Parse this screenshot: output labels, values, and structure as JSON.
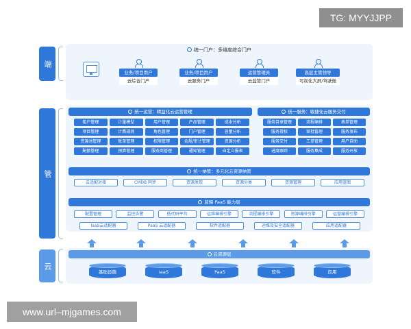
{
  "watermarks": {
    "top_right": "TG: MYYJJPP",
    "bottom_left": "www.url–mjgames.com"
  },
  "tiers": {
    "edge": "端",
    "manage": "管",
    "cloud": "云"
  },
  "portal": {
    "title": "统一门户：多维度综合门户",
    "cards": [
      {
        "role": "业务/项目用户",
        "sub": "云综合门户"
      },
      {
        "role": "业务/项目用户",
        "sub": "云服务门户"
      },
      {
        "role": "运营管理员",
        "sub": "云监管门户"
      },
      {
        "role": "高层主管领导",
        "sub": "可视化大屏/驾驶舱"
      }
    ]
  },
  "ops": {
    "title": "统一运营：精益化云运营管理",
    "items": [
      "租户管理",
      "计量模型",
      "用户管理",
      "产品管理",
      "成本分析",
      "项目管理",
      "计费规则",
      "角色管理",
      "门户管理",
      "容量分析",
      "资源池管理",
      "账单管理",
      "权限管理",
      "合规/审计管理",
      "资源分析",
      "配额管理",
      "预算管理",
      "服务商管理",
      "通知管理",
      "自定义报表"
    ]
  },
  "service": {
    "title": "统一服务：敏捷化云服务交付",
    "items": [
      "服务目录管理",
      "流程编排",
      "表单管理",
      "服务授权",
      "审批管理",
      "服务发布",
      "服务交付",
      "工单管理",
      "用户自助",
      "进度跟踪",
      "服务集成",
      "服务开放"
    ]
  },
  "resource": {
    "title": "统一纳管：多元化云资源纳管",
    "items": [
      "云适配对接",
      "CMDB 同步",
      "资源发现",
      "资源分类",
      "资源管理",
      "应用蓝图"
    ]
  },
  "paas": {
    "title": "蓝鲸 PaaS 能力层",
    "row1": [
      "配置管理",
      "监控告警",
      "低代码平台",
      "运维编排引擎",
      "流程编排引擎",
      "资源编排引擎",
      "运营编排引擎"
    ],
    "row2": [
      "IaaS云适配器",
      "PaaS 云适配器",
      "软件适配器",
      "运维及安全适配器",
      "应用适配器"
    ]
  },
  "cloud_layer": {
    "title": "云资源层",
    "items": [
      "基础设施",
      "IaaS",
      "PaaS",
      "软件",
      "应用"
    ]
  },
  "colors": {
    "primary": "#2f77d9",
    "light": "#5a9ae6",
    "panel": "#eef5fd"
  }
}
